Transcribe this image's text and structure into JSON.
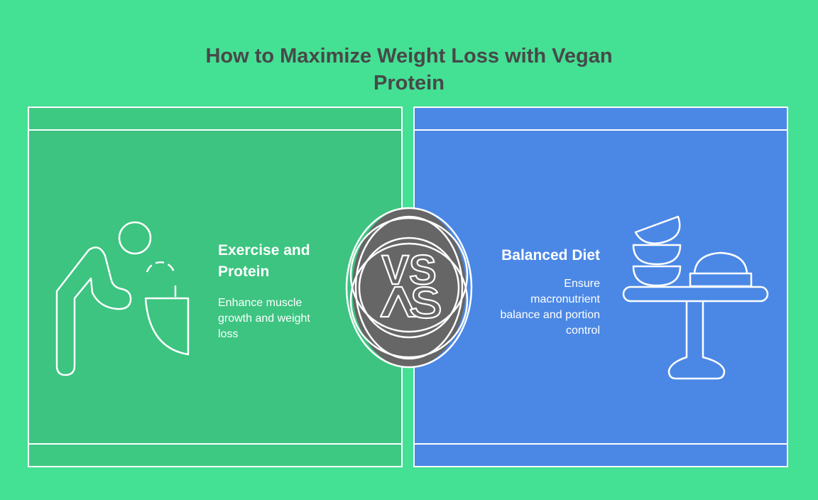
{
  "title": {
    "line1": "How to Maximize Weight Loss with Vegan",
    "line2": "Protein"
  },
  "left": {
    "heading_line1": "Exercise and",
    "heading_line2": "Protein",
    "description_lines": [
      "Enhance muscle",
      "growth and weight",
      "loss"
    ],
    "icon": "person-exercise-icon",
    "color": "#3cc480"
  },
  "right": {
    "heading": "Balanced Diet",
    "description_lines": [
      "Ensure",
      "macronutrient",
      "balance and portion",
      "control"
    ],
    "icon": "bowls-on-table-icon",
    "color": "#4b88e6"
  },
  "vs": {
    "label": "VS",
    "color": "#666666"
  },
  "background": "#44e094"
}
